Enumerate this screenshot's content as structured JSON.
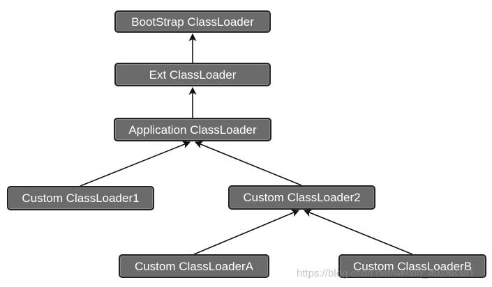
{
  "nodes": {
    "bootstrap": "BootStrap ClassLoader",
    "ext": "Ext ClassLoader",
    "application": "Application ClassLoader",
    "custom1": "Custom ClassLoader1",
    "custom2": "Custom ClassLoader2",
    "customA": "Custom ClassLoaderA",
    "customB": "Custom ClassLoaderB"
  },
  "edges": [
    {
      "from": "ext",
      "to": "bootstrap"
    },
    {
      "from": "application",
      "to": "ext"
    },
    {
      "from": "custom1",
      "to": "application"
    },
    {
      "from": "custom2",
      "to": "application"
    },
    {
      "from": "customA",
      "to": "custom2"
    },
    {
      "from": "customB",
      "to": "custom2"
    }
  ],
  "watermark": "https://blog.csdn.net/weixin_40288381",
  "colors": {
    "node_fill": "#6b6b6b",
    "node_border": "#222222",
    "node_text": "#ffffff",
    "arrow": "#111111"
  }
}
